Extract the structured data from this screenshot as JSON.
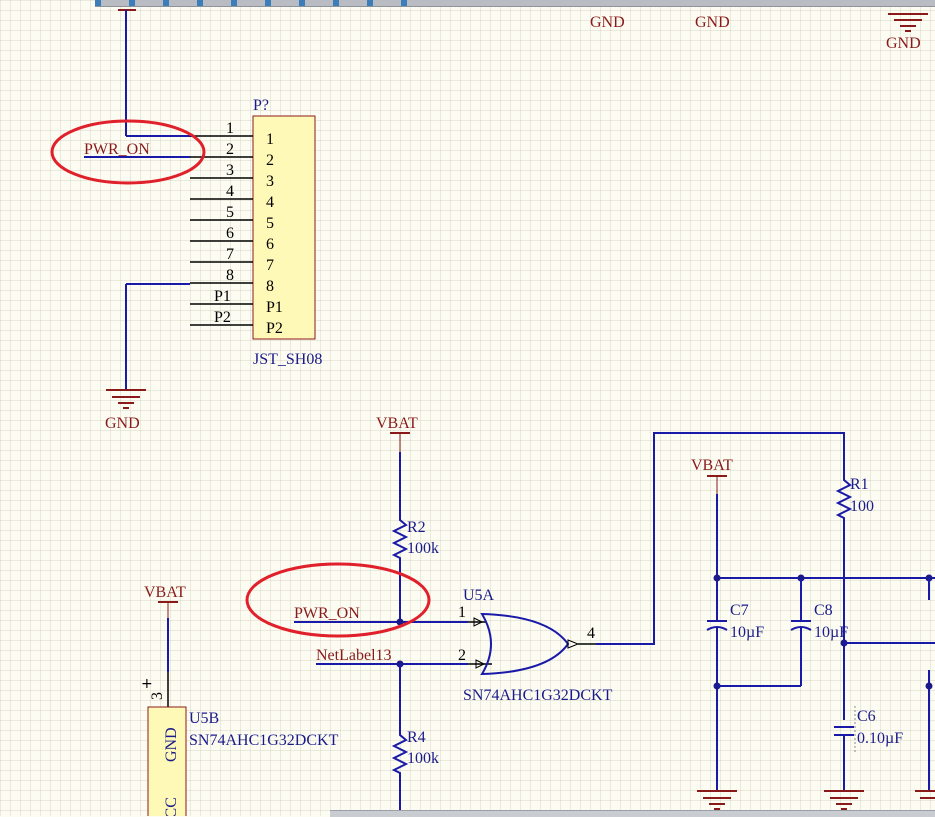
{
  "colors": {
    "wire": "#1a1aa8",
    "part_text": "#1a1a8a",
    "power_text": "#8a1a1a",
    "pin_line": "#000000",
    "component_fill": "#fff9b8",
    "component_border": "#8a1a1a",
    "annotation": "#e0202a",
    "junction": "#1a1a8a"
  },
  "power": {
    "gnd_labels": [
      "GND",
      "GND",
      "GND",
      "GND"
    ],
    "vbat_labels": [
      "VBAT",
      "VBAT",
      "VBAT"
    ]
  },
  "connector": {
    "designator": "P?",
    "part_name": "JST_SH08",
    "pins_outside": [
      "1",
      "2",
      "3",
      "4",
      "5",
      "6",
      "7",
      "8",
      "P1",
      "P2"
    ],
    "pins_inside": [
      "1",
      "2",
      "3",
      "4",
      "5",
      "6",
      "7",
      "8",
      "P1",
      "P2"
    ]
  },
  "net_labels": {
    "pwr_on_top": "PWR_ON",
    "pwr_on_mid": "PWR_ON",
    "netlabel13": "NetLabel13"
  },
  "resistors": {
    "r2": {
      "designator": "R2",
      "value": "100k"
    },
    "r4": {
      "designator": "R4",
      "value": "100k"
    },
    "r1": {
      "designator": "R1",
      "value": "100"
    }
  },
  "gate": {
    "designator": "U5A",
    "part_name": "SN74AHC1G32DCKT",
    "pin_in1": "1",
    "pin_in2": "2",
    "pin_out": "4"
  },
  "u5b": {
    "designator": "U5B",
    "part_name": "SN74AHC1G32DCKT",
    "pin": "3",
    "inner_gnd": "GND",
    "inner_vcc": "VCC"
  },
  "capacitors": {
    "c7": {
      "designator": "C7",
      "value": "10µF"
    },
    "c8": {
      "designator": "C8",
      "value": "10µF"
    },
    "c6": {
      "designator": "C6",
      "value": "0.10µF"
    }
  }
}
